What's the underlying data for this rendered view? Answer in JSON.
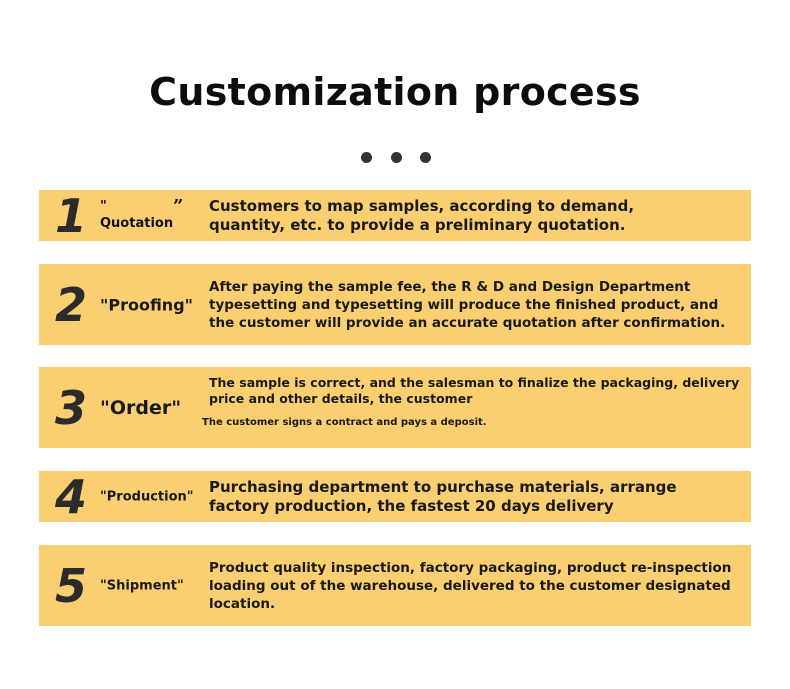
{
  "title": "Customization process",
  "steps": [
    {
      "number": "1",
      "label_open": "\"",
      "label": "Quotation",
      "label_close": "”",
      "description": "Customers to map samples, according to demand, quantity, etc. to provide a preliminary quotation."
    },
    {
      "number": "2",
      "label": "\"Proofing\"",
      "description": "After paying the sample fee, the R & D and Design Department typesetting and typesetting will produce the finished product, and the customer will provide an accurate quotation after confirmation."
    },
    {
      "number": "3",
      "label": "\"Order\"",
      "description": "The sample is correct, and the salesman to finalize the packaging, delivery price and other details, the customer",
      "extra": "The customer signs a contract and pays a deposit."
    },
    {
      "number": "4",
      "label": "\"Production\"",
      "description": "Purchasing department to purchase materials, arrange factory production, the fastest 20 days delivery"
    },
    {
      "number": "5",
      "label": "\"Shipment\"",
      "description": "Product quality inspection, factory packaging, product re-inspection loading out of the warehouse, delivered to the customer designated location."
    }
  ],
  "colors": {
    "step_background": "#f9cf72",
    "dot": "#333333"
  }
}
